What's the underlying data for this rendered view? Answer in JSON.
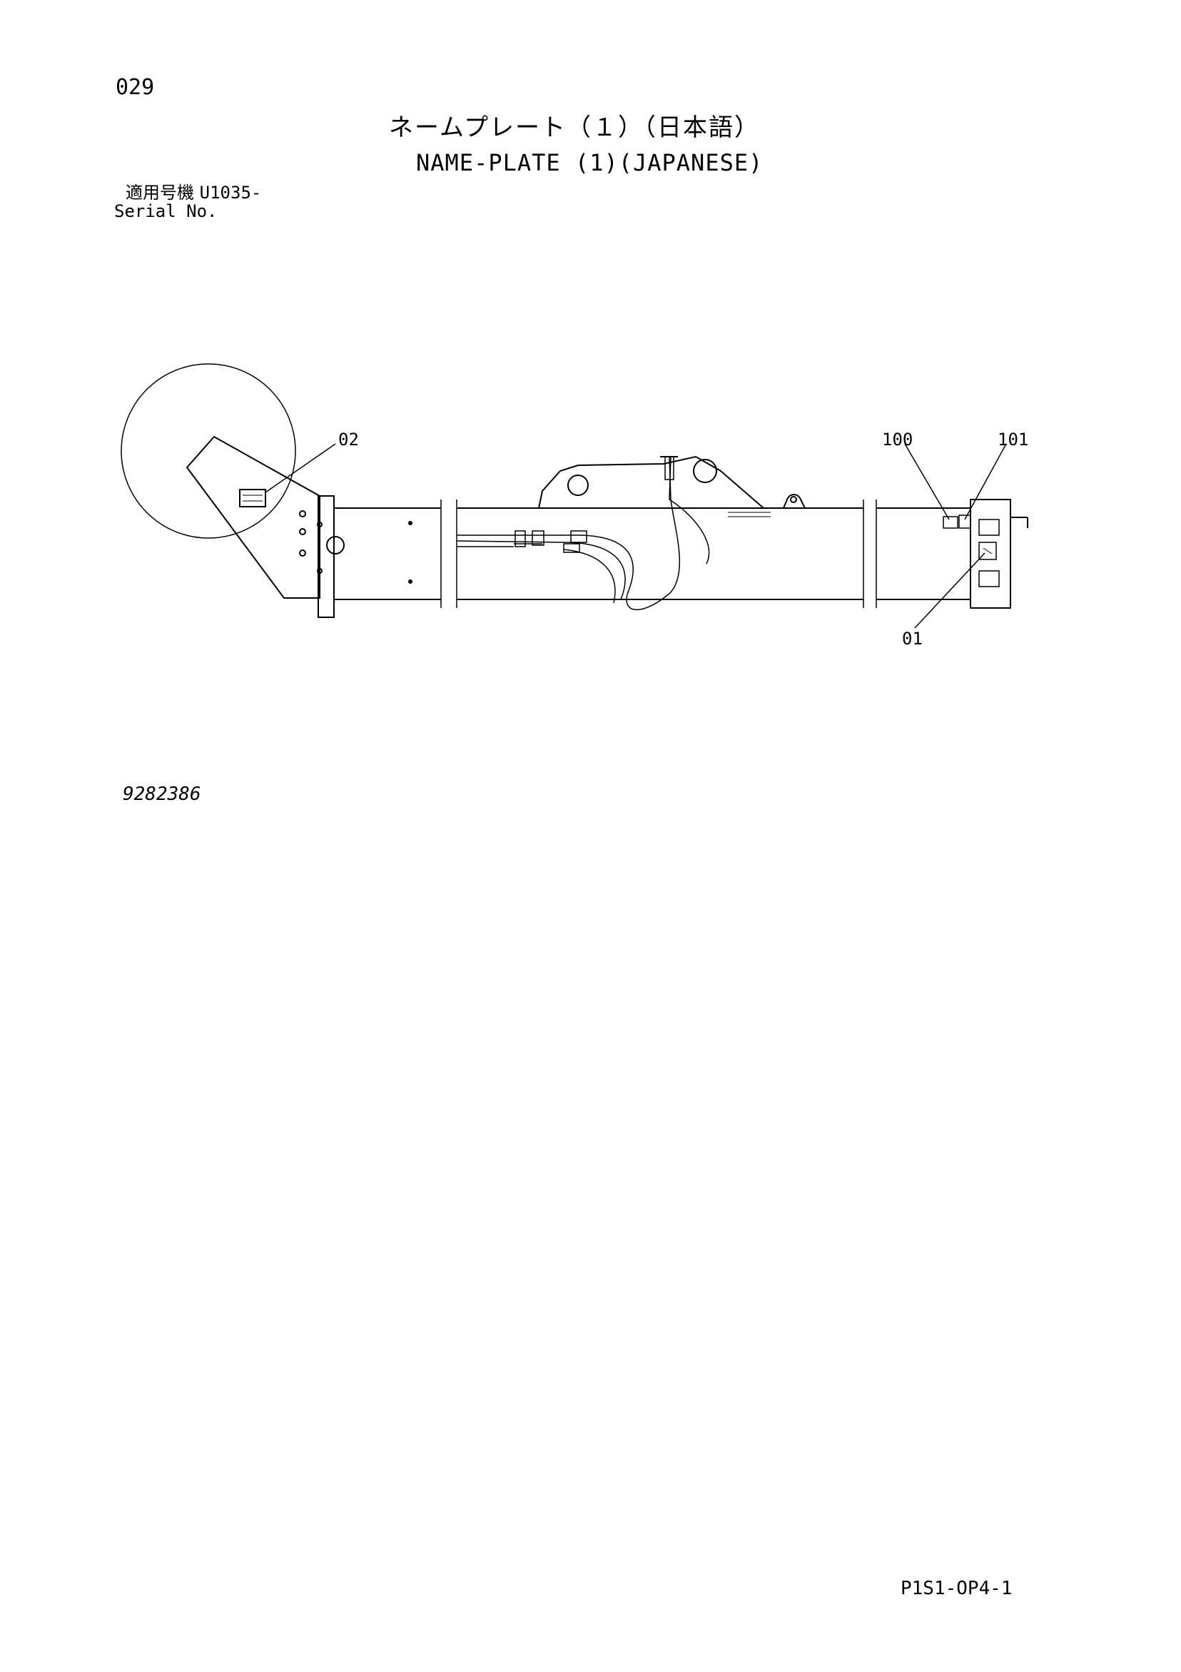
{
  "page_number": "029",
  "title_jp": "ネームプレート（１）（日本語）",
  "title_en": "NAME-PLATE (1)(JAPANESE)",
  "serial": {
    "label_jp": "適用号機",
    "value": "U1035-",
    "label_en": "Serial No."
  },
  "callouts": {
    "c02": "02",
    "c100": "100",
    "c101": "101",
    "c01": "01"
  },
  "drawing_number": "9282386",
  "document_code": "P1S1-OP4-1"
}
